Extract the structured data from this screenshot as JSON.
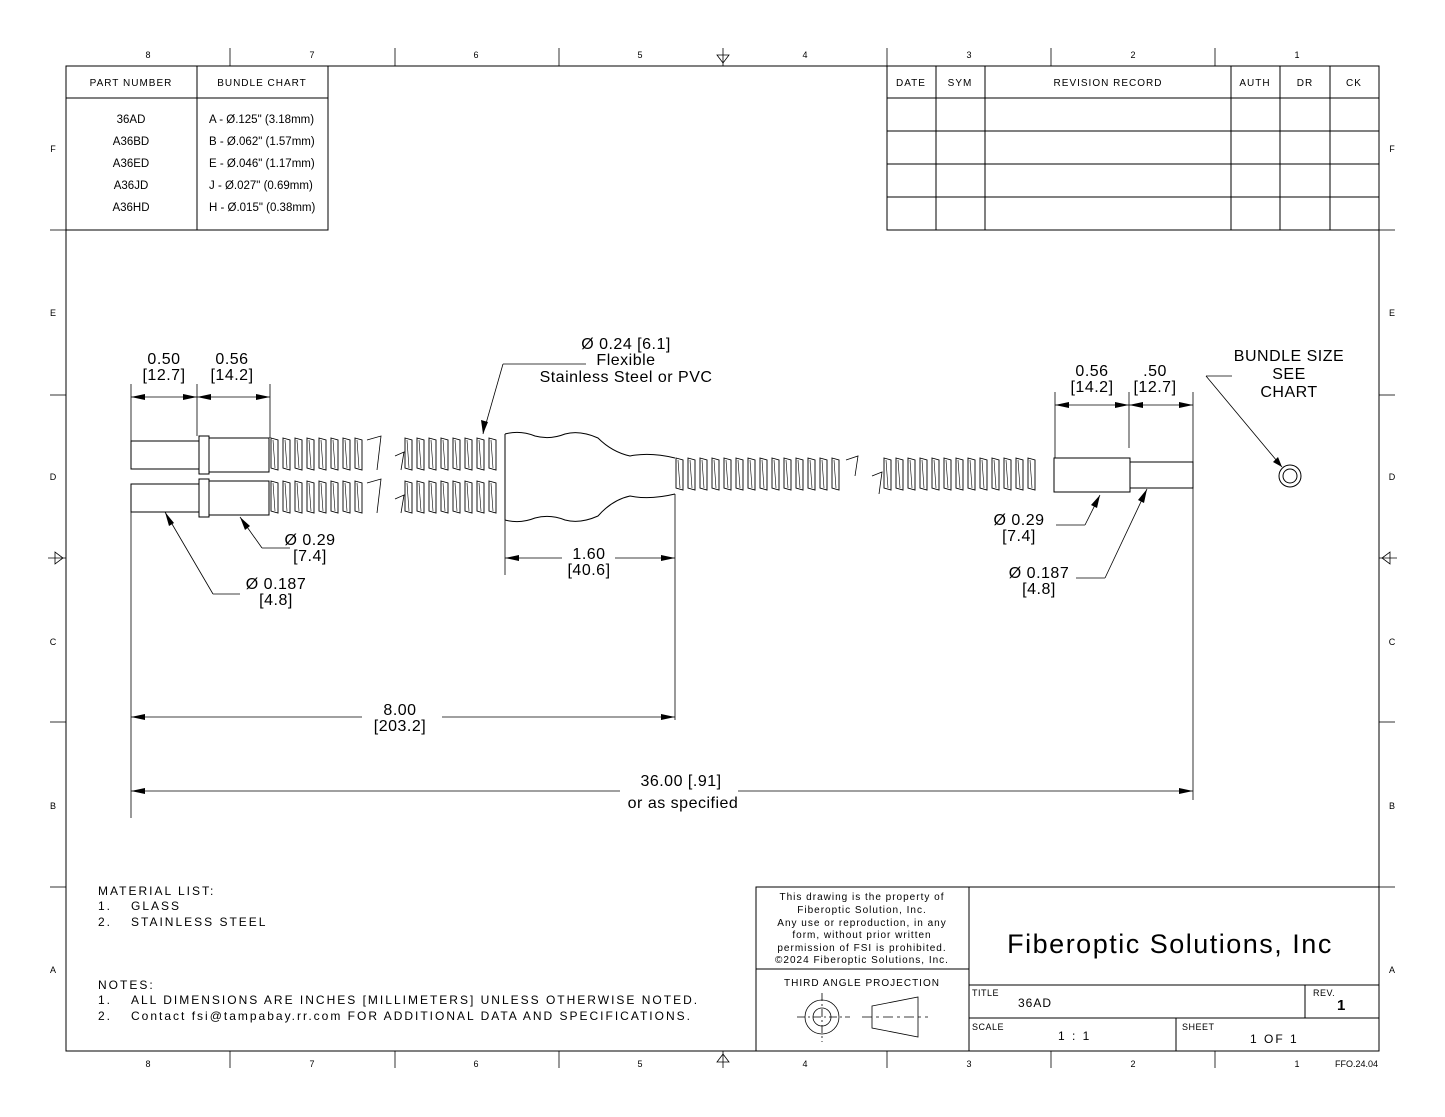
{
  "grid": {
    "columns": [
      "8",
      "7",
      "6",
      "5",
      "4",
      "3",
      "2",
      "1"
    ],
    "rows": [
      "F",
      "E",
      "D",
      "C",
      "B",
      "A"
    ]
  },
  "bundle_chart": {
    "headers": [
      "PART NUMBER",
      "BUNDLE CHART"
    ],
    "rows": [
      [
        "36AD",
        "A - Ø.125\" (3.18mm)"
      ],
      [
        "A36BD",
        "B - Ø.062\" (1.57mm)"
      ],
      [
        "A36ED",
        "E - Ø.046\" (1.17mm)"
      ],
      [
        "A36JD",
        "J  - Ø.027\" (0.69mm)"
      ],
      [
        "A36HD",
        "H - Ø.015\" (0.38mm)"
      ]
    ]
  },
  "revision_table": {
    "headers": [
      "DATE",
      "SYM",
      "REVISION RECORD",
      "AUTH",
      "DR",
      "CK"
    ]
  },
  "dims": {
    "d1": [
      "0.50",
      "[12.7]"
    ],
    "d2": [
      "0.56",
      "[14.2]"
    ],
    "d3": [
      "Ø 0.24 [6.1]",
      "Flexible",
      "Stainless Steel or PVC"
    ],
    "d4": [
      "0.56",
      "[14.2]"
    ],
    "d5": [
      ".50",
      "[12.7]"
    ],
    "d6": [
      "BUNDLE SIZE",
      "SEE",
      "CHART"
    ],
    "d7": [
      "Ø 0.29",
      "[7.4]"
    ],
    "d8": [
      "Ø 0.187",
      "[4.8]"
    ],
    "d9": [
      "1.60",
      "[40.6]"
    ],
    "d10": [
      "Ø 0.29",
      "[7.4]"
    ],
    "d11": [
      "Ø 0.187",
      "[4.8]"
    ],
    "d12": [
      "8.00",
      "[203.2]"
    ],
    "d13": [
      "36.00 [.91]",
      "or as specified"
    ]
  },
  "material_list": {
    "title": "MATERIAL LIST:",
    "items": [
      [
        "1.",
        "GLASS"
      ],
      [
        "2.",
        "STAINLESS STEEL"
      ]
    ]
  },
  "notes": {
    "title": "NOTES:",
    "items": [
      [
        "1.",
        "ALL DIMENSIONS ARE INCHES [MILLIMETERS] UNLESS OTHERWISE NOTED."
      ],
      [
        "2.",
        "Contact fsi@tampabay.rr.com FOR ADDITIONAL DATA AND SPECIFICATIONS."
      ]
    ]
  },
  "title_block": {
    "property_notice": [
      "This drawing is the property of",
      "Fiberoptic Solution, Inc.",
      "Any use or reproduction, in any",
      "form, without prior written",
      "permission of FSI is prohibited.",
      "©2024 Fiberoptic Solutions, Inc."
    ],
    "projection_label": "THIRD ANGLE PROJECTION",
    "company": "Fiberoptic Solutions, Inc",
    "title_label": "TITLE",
    "title_value": "36AD",
    "rev_label": "REV.",
    "rev_value": "1",
    "scale_label": "SCALE",
    "scale_value": "1 : 1",
    "sheet_label": "SHEET",
    "sheet_value": "1  OF 1"
  },
  "form_code": "FFO.24.04"
}
